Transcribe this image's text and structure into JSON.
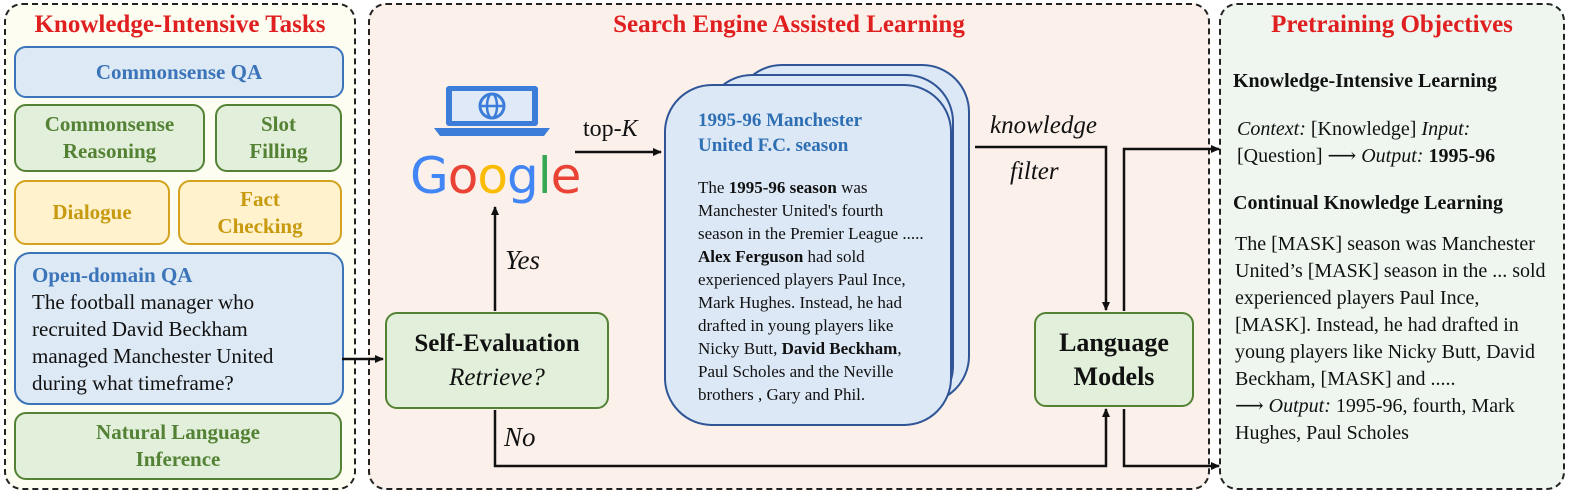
{
  "left_panel": {
    "title": "Knowledge-Intensive Tasks",
    "tasks": {
      "commonsense_qa": "Commonsense QA",
      "commonsense_reasoning_1": "Commonsense",
      "commonsense_reasoning_2": "Reasoning",
      "slot_filling_1": "Slot",
      "slot_filling_2": "Filling",
      "dialogue": "Dialogue",
      "fact_checking_1": "Fact",
      "fact_checking_2": "Checking",
      "nli_1": "Natural Language",
      "nli_2": "Inference"
    },
    "open_domain_qa": {
      "title": "Open-domain QA",
      "question": "The football manager who recruited David Beckham managed Manchester United during what timeframe?"
    }
  },
  "middle_panel": {
    "title": "Search Engine Assisted Learning",
    "search_engine_logo": "Google",
    "top_k_prefix": "top-",
    "top_k_var": "K",
    "self_eval_title": "Self-Evaluation",
    "self_eval_subtitle": "Retrieve?",
    "yes_label": "Yes",
    "no_label": "No",
    "knowledge_label": "knowledge",
    "filter_label": "filter",
    "lm_line1": "Language",
    "lm_line2": "Models",
    "document": {
      "title_line1": "1995-96 Manchester",
      "title_line2": "United F.C. season",
      "seg1": "The ",
      "seg2_bold": "1995-96 season",
      "seg3": " was Manchester United's fourth season in the Premier League ..... ",
      "seg4_bold": "Alex Ferguson",
      "seg5": " had sold experienced players Paul Ince, Mark Hughes. Instead, he had drafted in young players like Nicky Butt, ",
      "seg6_bold": "David Beckham",
      "seg7": ", Paul Scholes and the Neville brothers , Gary and Phil."
    }
  },
  "right_panel": {
    "title": "Pretraining Objectives",
    "kil_heading": "Knowledge-Intensive Learning",
    "kil": {
      "context_label": "Context:",
      "knowledge": " [Knowledge] ",
      "input_label": "Input:",
      "question": "[Question] ",
      "arrow": "⟶ ",
      "output_label": "Output:",
      "output_value": "1995-96"
    },
    "ckl_heading": "Continual Knowledge Learning",
    "ckl": {
      "text": "The [MASK] season was Manchester United’s [MASK] season in the ... sold experienced players Paul Ince, [MASK]. Instead, he had drafted in young players like Nicky Butt, David Beckham, [MASK] and ..... ",
      "arrow": "⟶ ",
      "output_label": "Output:",
      "output_value": " 1995-96, fourth, Mark Hughes, Paul Scholes"
    }
  },
  "colors": {
    "title_red": "#e02020",
    "blue": "#3b74b8",
    "green": "#548235",
    "yellow": "#d4a21e"
  }
}
